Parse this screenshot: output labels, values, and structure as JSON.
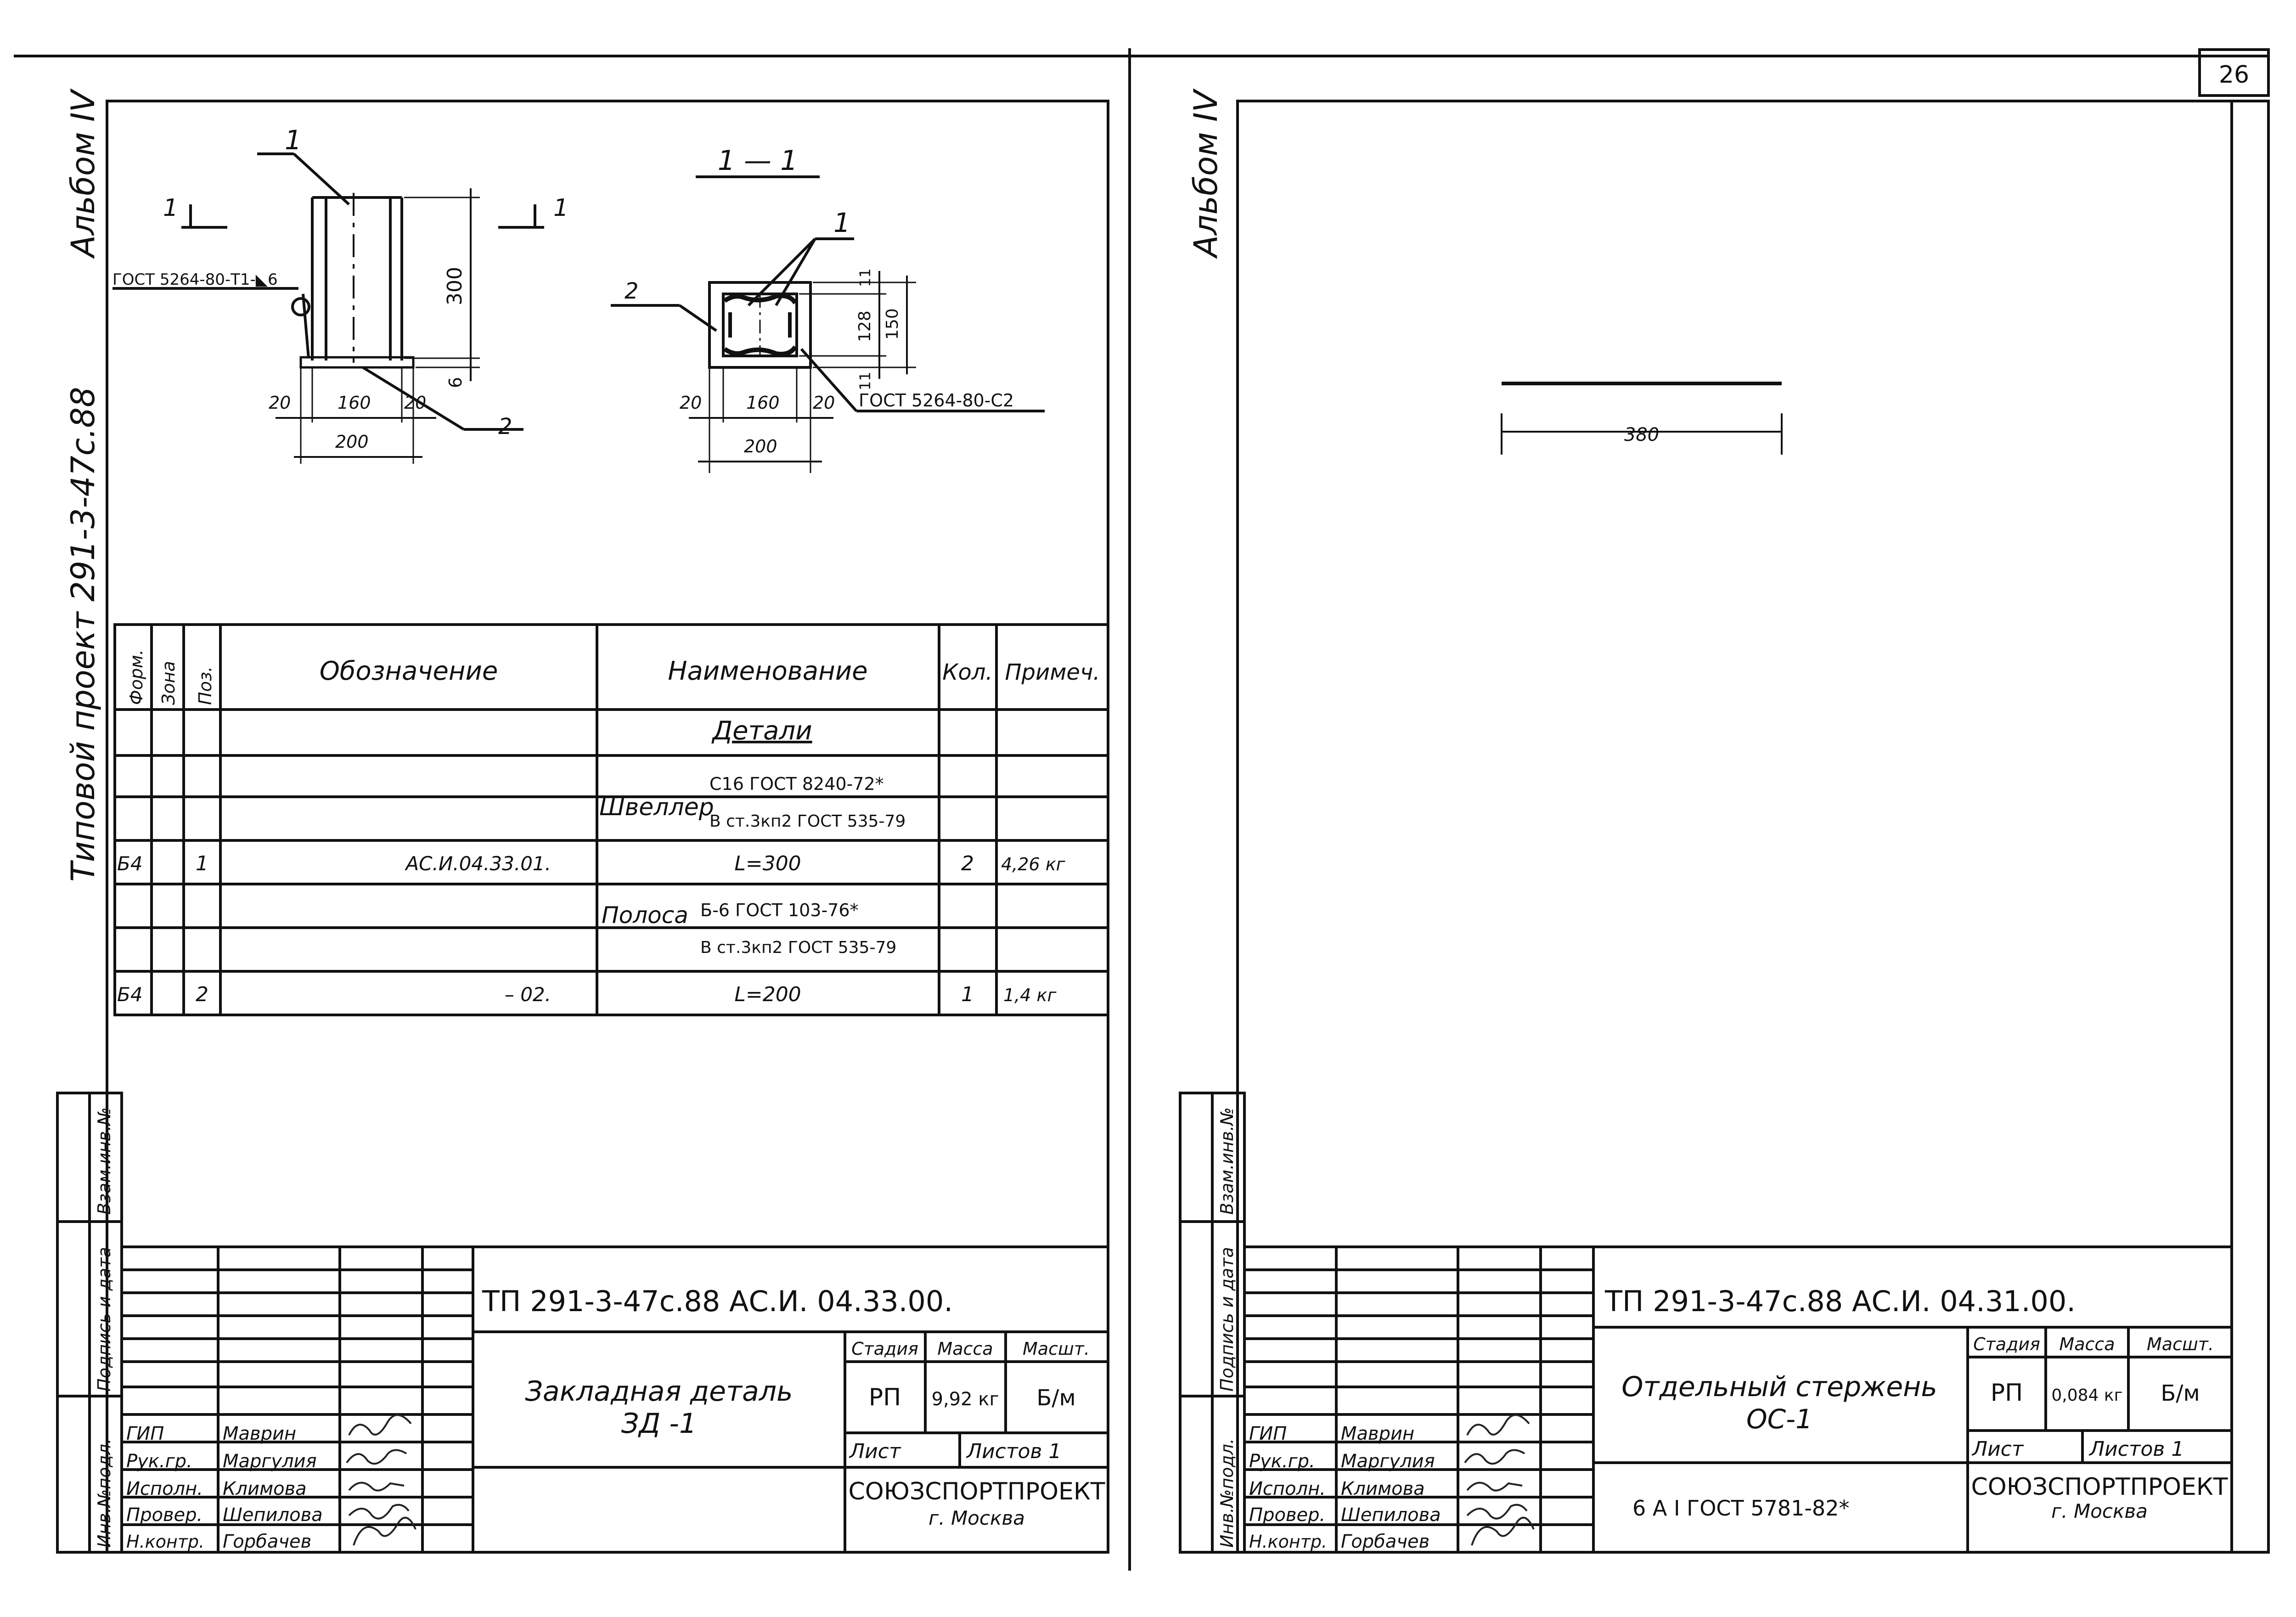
{
  "sheet_number": "26",
  "left": {
    "margin_album": "Альбом IV",
    "margin_project": "Типовой проект 291-3-47с.88",
    "drawing": {
      "pos_1": "1",
      "pos_2": "2",
      "section_mark": "1",
      "section_title": "1 — 1",
      "weld_note_1": "ГОСТ 5264-80-Т1-◣6",
      "weld_note_2": "ГОСТ 5264-80-С2",
      "dim_300": "300",
      "dim_6": "6",
      "dim_20": "20",
      "dim_160": "160",
      "dim_200": "200",
      "dim_11": "11",
      "dim_128": "128",
      "dim_150": "150"
    },
    "spec": {
      "headers": {
        "form": "Форм.",
        "zone": "Зона",
        "pos": "Поз.",
        "designation": "Обозначение",
        "name": "Наименование",
        "qty": "Кол.",
        "note": "Примеч."
      },
      "section": "Детали",
      "profile_1_name": "Швеллер",
      "profile_1_top": "С16 ГОСТ 8240-72*",
      "profile_1_bottom": "В ст.3кп2 ГОСТ 535-79",
      "row_1": {
        "form": "Б4",
        "pos": "1",
        "designation": "АС.И.04.33.01.",
        "name": "L=300",
        "qty": "2",
        "note": "4,26 кг"
      },
      "profile_2_name": "Полоса",
      "profile_2_top": "Б-6 ГОСТ 103-76*",
      "profile_2_bottom": "В ст.3кп2 ГОСТ 535-79",
      "row_2": {
        "form": "Б4",
        "pos": "2",
        "designation": "– 02.",
        "name": "L=200",
        "qty": "1",
        "note": "1,4 кг"
      }
    },
    "side_labels": [
      "Инв.№подл.",
      "Подпись и дата",
      "Взам.инв.№"
    ],
    "title_block": {
      "code": "ТП 291-3-47с.88  АС.И. 04.33.00.",
      "title_line1": "Закладная деталь",
      "title_line2": "ЗД -1",
      "stage_h": "Стадия",
      "mass_h": "Масса",
      "scale_h": "Масшт.",
      "stage": "РП",
      "mass": "9,92 кг",
      "scale": "Б/м",
      "sheet_label": "Лист",
      "sheets_label": "Листов 1",
      "org": "СОЮЗСПОРТПРОЕКТ",
      "city": "г. Москва",
      "staff": [
        {
          "role": "ГИП",
          "name": "Маврин"
        },
        {
          "role": "Рук.гр.",
          "name": "Маргулия"
        },
        {
          "role": "Исполн.",
          "name": "Климова"
        },
        {
          "role": "Провер.",
          "name": "Шепилова"
        },
        {
          "role": "Н.контр.",
          "name": "Горбачев"
        }
      ]
    }
  },
  "right": {
    "margin_album": "Альбом IV",
    "dim_380": "380",
    "side_labels": [
      "Инв.№подл.",
      "Подпись и дата",
      "Взам.инв.№"
    ],
    "title_block": {
      "code": "ТП 291-3-47с.88  АС.И. 04.31.00.",
      "title_line1": "Отдельный стержень",
      "title_line2": "ОС-1",
      "material": "6 А I  ГОСТ 5781-82*",
      "stage_h": "Стадия",
      "mass_h": "Масса",
      "scale_h": "Масшт.",
      "stage": "РП",
      "mass": "0,084 кг",
      "scale": "Б/м",
      "sheet_label": "Лист",
      "sheets_label": "Листов 1",
      "org": "СОЮЗСПОРТПРОЕКТ",
      "city": "г. Москва",
      "staff": [
        {
          "role": "ГИП",
          "name": "Маврин"
        },
        {
          "role": "Рук.гр.",
          "name": "Маргулия"
        },
        {
          "role": "Исполн.",
          "name": "Климова"
        },
        {
          "role": "Провер.",
          "name": "Шепилова"
        },
        {
          "role": "Н.контр.",
          "name": "Горбачев"
        }
      ]
    }
  }
}
